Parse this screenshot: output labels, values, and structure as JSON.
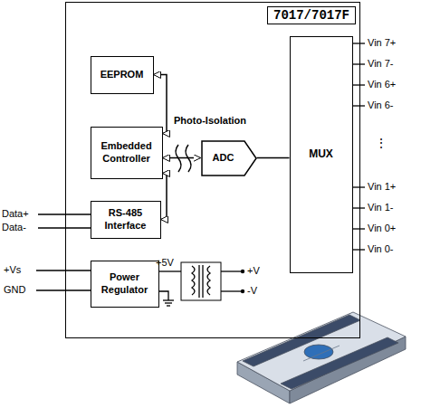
{
  "diagram": {
    "nodes": [
      {
        "text": [
          "7017/7017F"
        ]
      },
      {
        "text": [
          "EEPROM"
        ],
        "in": 0
      },
      {
        "text": [
          "Embedded Controller"
        ],
        "in": 0
      },
      {
        "text": [
          "RS-485 Interface"
        ],
        "in": 0
      },
      {
        "text": [
          "Power Regulator"
        ],
        "in": 0
      },
      {
        "text": [
          "ADC"
        ],
        "in": 0
      },
      {
        "text": [
          "MUX"
        ],
        "in": 0
      }
    ],
    "edges": [
      {
        "from": 2,
        "to": 1,
        "arrow": "both"
      },
      {
        "from": 2,
        "to": 3,
        "arrow": "both"
      },
      {
        "from": 2,
        "to": 5,
        "arrow": "both"
      },
      {
        "from": 6,
        "to": 5,
        "arrow": "none"
      }
    ],
    "labels": [
      "Photo-Isolation",
      "Data+",
      "Data-",
      "+Vs",
      "GND",
      "+5V",
      "+V",
      "-V",
      "Vin 7+",
      "Vin 7-",
      "Vin 6+",
      "Vin 6-",
      "⋮",
      "Vin 1+",
      "Vin 1-",
      "Vin 0+",
      "Vin 0-"
    ]
  }
}
